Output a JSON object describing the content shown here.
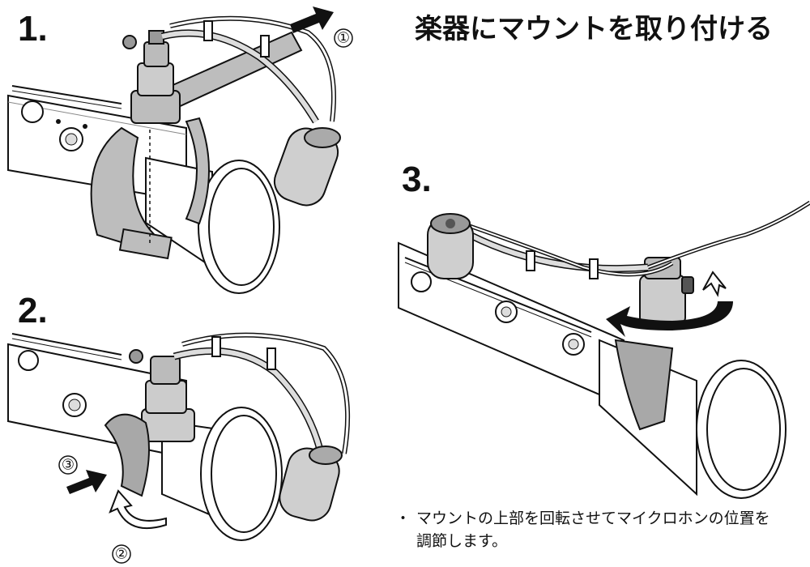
{
  "title": "楽器にマウントを取り付ける",
  "steps": {
    "s1": "1.",
    "s2": "2.",
    "s3": "3."
  },
  "markers": {
    "m1": "①",
    "m2": "②",
    "m3": "③"
  },
  "note": {
    "bullet": "・",
    "line1": "マウントの上部を回転させてマイクロホンの位置を",
    "line2": "調節します。"
  }
}
